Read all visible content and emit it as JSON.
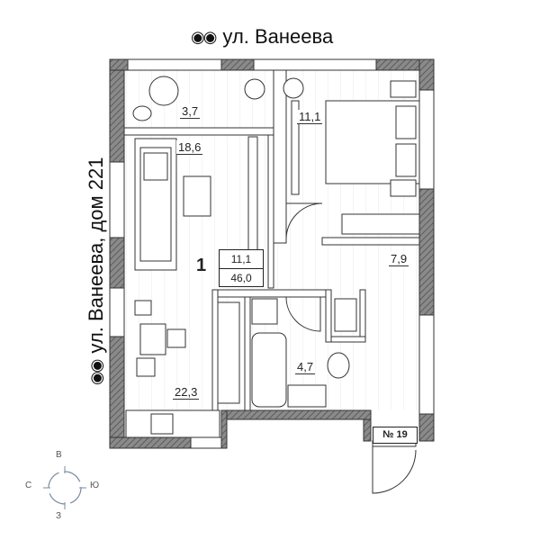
{
  "street_top": {
    "text": "ул. Ванеева",
    "icon": "binoculars-icon"
  },
  "street_left": {
    "text": "ул. Ванеева, дом 221",
    "icon": "binoculars-icon"
  },
  "rooms": [
    {
      "id": "balcony",
      "area": "3,7"
    },
    {
      "id": "living",
      "area": "18,6"
    },
    {
      "id": "bedroom",
      "area": "11,1"
    },
    {
      "id": "hall",
      "area": "7,9"
    },
    {
      "id": "bathroom",
      "area": "4,7"
    },
    {
      "id": "kitchen",
      "area": "22,3"
    }
  ],
  "flat": {
    "rooms": "1",
    "living_area": "11,1",
    "total_area": "46,0"
  },
  "apartment_number": "№ 19",
  "compass": {
    "north": "С",
    "south": "Ю",
    "east": "В",
    "west": "З"
  },
  "colors": {
    "wall": "#7a7a7a",
    "floor_line": "#e6e6e6",
    "line": "#333333"
  }
}
